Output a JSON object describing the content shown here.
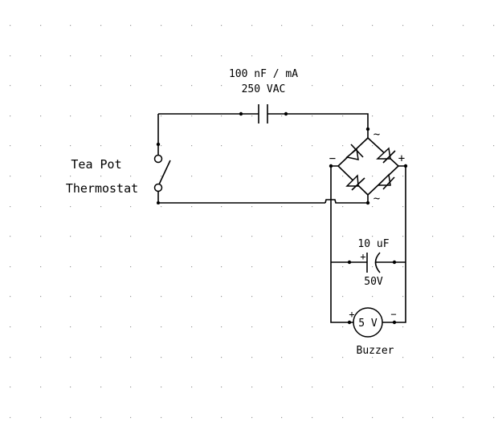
{
  "diagram": {
    "type": "circuit-schematic",
    "components": {
      "series_capacitor": {
        "label_line1": "100 nF / mA",
        "label_line2": "250 VAC"
      },
      "switch": {
        "label_line1": "Tea Pot",
        "label_line2": "Thermostat"
      },
      "bridge_rectifier": {
        "ac_top_symbol": "~",
        "ac_bottom_symbol": "~",
        "dc_negative_symbol": "−",
        "dc_positive_symbol": "+"
      },
      "filter_capacitor": {
        "label_value": "10 uF",
        "label_voltage": "50V",
        "polarity_symbol": "+"
      },
      "buzzer": {
        "inner_label": "5 V",
        "label": "Buzzer",
        "positive_symbol": "+",
        "negative_symbol": "−"
      }
    }
  }
}
